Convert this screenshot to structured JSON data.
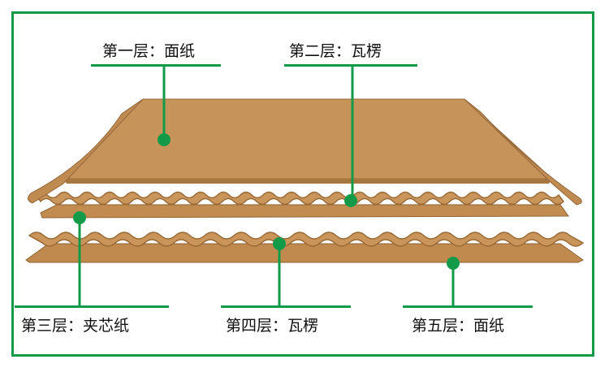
{
  "labels": {
    "layer1": "第一层：面纸",
    "layer2": "第二层：瓦楞",
    "layer3": "第三层：夹芯纸",
    "layer4": "第四层：瓦楞",
    "layer5": "第五层：面纸"
  },
  "colors": {
    "frame": "#129a48",
    "leader": "#129a48",
    "cardboard": "#c59354",
    "cardboard_dark": "#a0703a",
    "cardboard_light": "#d6a869"
  }
}
